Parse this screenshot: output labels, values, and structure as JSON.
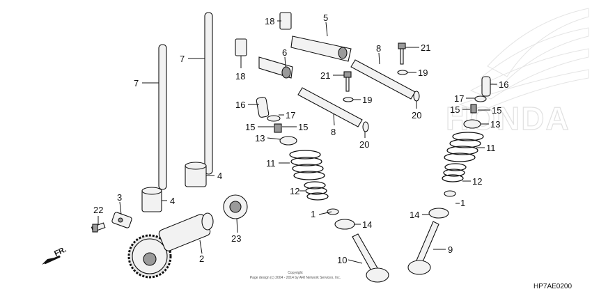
{
  "diagram": {
    "brand": "HONDA",
    "diagram_code": "HP7AE0200",
    "copyright_line1": "Copyright",
    "copyright_line2": "Page design (c) 2004 - 2014 by ARI Network Services, Inc.",
    "direction_label": "FR.",
    "callouts": [
      "1",
      "1",
      "2",
      "3",
      "4",
      "4",
      "5",
      "6",
      "7",
      "7",
      "8",
      "8",
      "9",
      "10",
      "11",
      "11",
      "12",
      "12",
      "13",
      "13",
      "14",
      "14",
      "15",
      "15",
      "15",
      "15",
      "16",
      "16",
      "17",
      "17",
      "18",
      "18",
      "19",
      "19",
      "20",
      "20",
      "21",
      "21",
      "22",
      "23"
    ]
  }
}
